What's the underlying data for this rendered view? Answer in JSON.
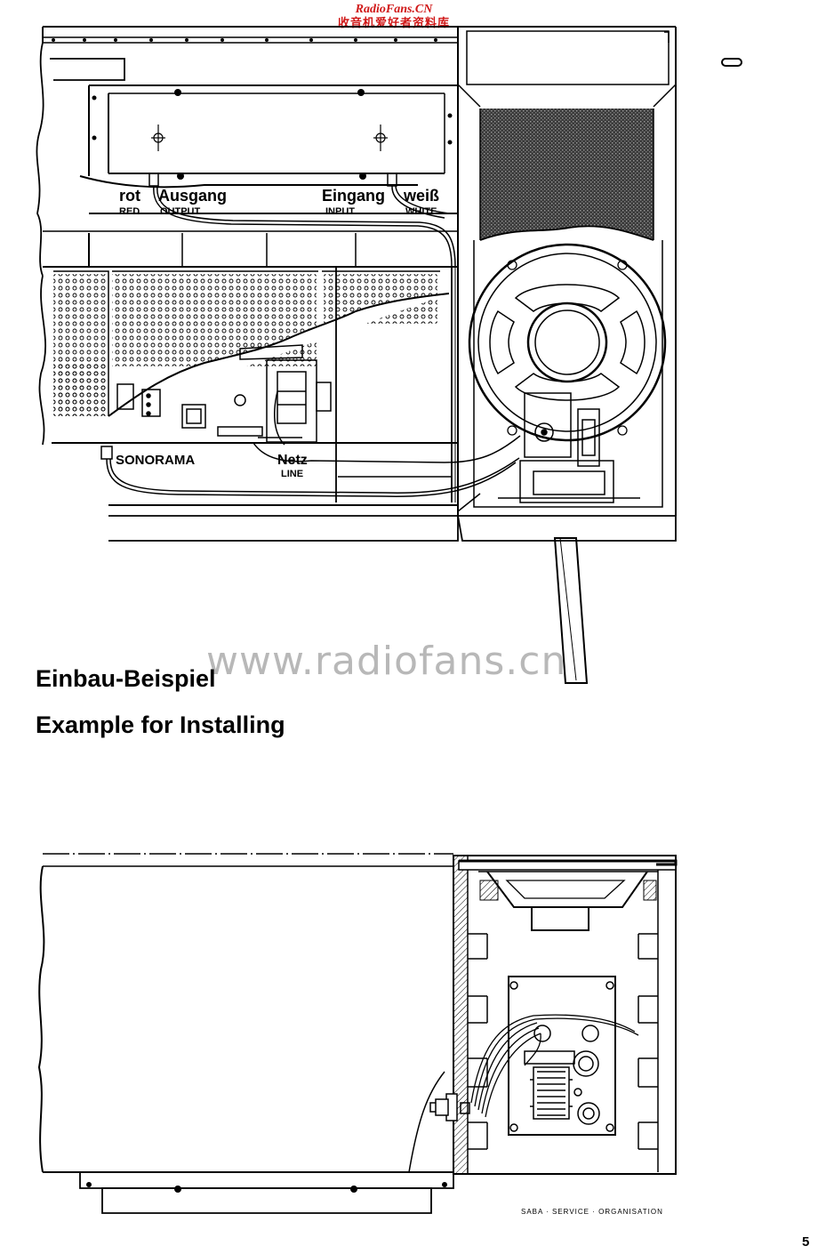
{
  "watermark": {
    "site_latin": "RadioFans.CN",
    "site_chinese": "收音机爱好者资料库",
    "center": "www.radiofans.cn"
  },
  "top_diagram": {
    "labels": {
      "rot": "rot",
      "red": "RED",
      "ausgang": "Ausgang",
      "output": "OUTPUT",
      "eingang": "Eingang",
      "input": "INPUT",
      "weiss": "weiß",
      "white": "WHITE",
      "sonorama": "SONORAMA",
      "netz": "Netz",
      "line": "LINE"
    }
  },
  "caption": {
    "german": "Einbau-Beispiel",
    "english": "Example for Installing"
  },
  "footer": {
    "organisation": "SABA · SERVICE · ORGANISATION",
    "page_number": "5"
  }
}
